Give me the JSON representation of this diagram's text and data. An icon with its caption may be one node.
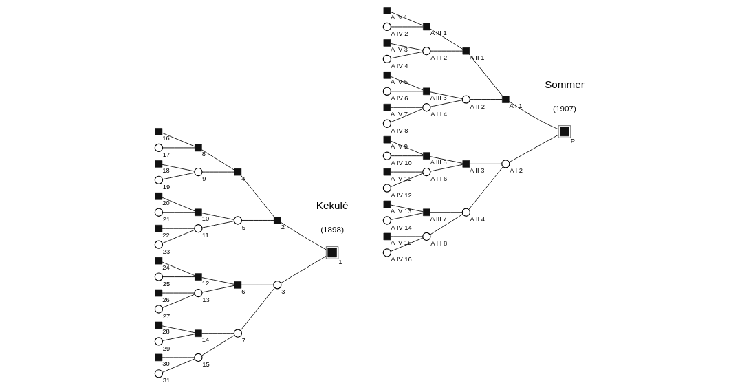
{
  "diagram": {
    "nodes": [
      {
        "text": [],
        "shape": "box",
        "beside": [
          "1"
        ]
      },
      {
        "text": [],
        "shape": "box",
        "beside": [
          "2"
        ]
      },
      {
        "text": [],
        "shape": "circle",
        "beside": [
          "3"
        ]
      },
      {
        "text": [],
        "shape": "box",
        "beside": [
          "4"
        ]
      },
      {
        "text": [],
        "shape": "circle",
        "beside": [
          "5"
        ]
      },
      {
        "text": [],
        "shape": "box",
        "beside": [
          "6"
        ]
      },
      {
        "text": [],
        "shape": "circle",
        "beside": [
          "7"
        ]
      },
      {
        "text": [],
        "shape": "box",
        "beside": [
          "8"
        ]
      },
      {
        "text": [],
        "shape": "circle",
        "beside": [
          "9"
        ]
      },
      {
        "text": [],
        "shape": "box",
        "beside": [
          "10"
        ]
      },
      {
        "text": [],
        "shape": "circle",
        "beside": [
          "11"
        ]
      },
      {
        "text": [],
        "shape": "box",
        "beside": [
          "12"
        ]
      },
      {
        "text": [],
        "shape": "circle",
        "beside": [
          "13"
        ]
      },
      {
        "text": [],
        "shape": "box",
        "beside": [
          "14"
        ]
      },
      {
        "text": [],
        "shape": "circle",
        "beside": [
          "15"
        ]
      },
      {
        "text": [],
        "shape": "box",
        "beside": [
          "16"
        ]
      },
      {
        "text": [],
        "shape": "circle",
        "beside": [
          "17"
        ]
      },
      {
        "text": [],
        "shape": "box",
        "beside": [
          "18"
        ]
      },
      {
        "text": [],
        "shape": "circle",
        "beside": [
          "19"
        ]
      },
      {
        "text": [],
        "shape": "box",
        "beside": [
          "20"
        ]
      },
      {
        "text": [],
        "shape": "circle",
        "beside": [
          "21"
        ]
      },
      {
        "text": [],
        "shape": "box",
        "beside": [
          "22"
        ]
      },
      {
        "text": [],
        "shape": "circle",
        "beside": [
          "23"
        ]
      },
      {
        "text": [],
        "shape": "box",
        "beside": [
          "24"
        ]
      },
      {
        "text": [],
        "shape": "circle",
        "beside": [
          "25"
        ]
      },
      {
        "text": [],
        "shape": "box",
        "beside": [
          "26"
        ]
      },
      {
        "text": [],
        "shape": "circle",
        "beside": [
          "27"
        ]
      },
      {
        "text": [],
        "shape": "box",
        "beside": [
          "28"
        ]
      },
      {
        "text": [],
        "shape": "circle",
        "beside": [
          "29"
        ]
      },
      {
        "text": [],
        "shape": "box",
        "beside": [
          "30"
        ]
      },
      {
        "text": [],
        "shape": "circle",
        "beside": [
          "31"
        ]
      },
      {
        "text": [],
        "shape": "box",
        "beside": [
          "P"
        ]
      },
      {
        "text": [],
        "shape": "box",
        "beside": [
          "A I 1"
        ]
      },
      {
        "text": [],
        "shape": "circle",
        "beside": [
          "A I 2"
        ]
      },
      {
        "text": [],
        "shape": "box",
        "beside": [
          "A II 1"
        ]
      },
      {
        "text": [],
        "shape": "circle",
        "beside": [
          "A II 2"
        ]
      },
      {
        "text": [],
        "shape": "box",
        "beside": [
          "A II 3"
        ]
      },
      {
        "text": [],
        "shape": "circle",
        "beside": [
          "A II 4"
        ]
      },
      {
        "text": [],
        "shape": "box",
        "beside": [
          "A III 1"
        ]
      },
      {
        "text": [],
        "shape": "circle",
        "beside": [
          "A III 2"
        ]
      },
      {
        "text": [],
        "shape": "box",
        "beside": [
          "A III 3"
        ]
      },
      {
        "text": [],
        "shape": "circle",
        "beside": [
          "A III 4"
        ]
      },
      {
        "text": [],
        "shape": "box",
        "beside": [
          "A III 5"
        ]
      },
      {
        "text": [],
        "shape": "circle",
        "beside": [
          "A III 6"
        ]
      },
      {
        "text": [],
        "shape": "box",
        "beside": [
          "A III 7"
        ]
      },
      {
        "text": [],
        "shape": "circle",
        "beside": [
          "A III 8"
        ]
      },
      {
        "text": [],
        "shape": "box",
        "beside": [
          "A IV 1"
        ]
      },
      {
        "text": [],
        "shape": "circle",
        "beside": [
          "A IV 2"
        ]
      },
      {
        "text": [],
        "shape": "box",
        "beside": [
          "A IV 3"
        ]
      },
      {
        "text": [],
        "shape": "circle",
        "beside": [
          "A IV 4"
        ]
      },
      {
        "text": [],
        "shape": "box",
        "beside": [
          "A IV 5"
        ]
      },
      {
        "text": [],
        "shape": "circle",
        "beside": [
          "A IV 6"
        ]
      },
      {
        "text": [],
        "shape": "box",
        "beside": [
          "A IV 7"
        ]
      },
      {
        "text": [],
        "shape": "circle",
        "beside": [
          "A IV 8"
        ]
      },
      {
        "text": [],
        "shape": "box",
        "beside": [
          "A IV 9"
        ]
      },
      {
        "text": [],
        "shape": "circle",
        "beside": [
          "A IV 10"
        ]
      },
      {
        "text": [],
        "shape": "box",
        "beside": [
          "A IV 11"
        ]
      },
      {
        "text": [],
        "shape": "circle",
        "beside": [
          "A IV 12"
        ]
      },
      {
        "text": [],
        "shape": "box",
        "beside": [
          "A IV 13"
        ]
      },
      {
        "text": [],
        "shape": "circle",
        "beside": [
          "A IV 14"
        ]
      },
      {
        "text": [],
        "shape": "box",
        "beside": [
          "A IV 15"
        ]
      },
      {
        "text": [],
        "shape": "circle",
        "beside": [
          "A IV 16"
        ]
      }
    ],
    "edges": [
      {
        "from": 0,
        "to": 2,
        "arrow": "none"
      },
      {
        "from": 0,
        "to": 1,
        "arrow": "none"
      },
      {
        "from": 2,
        "to": 6,
        "arrow": "none"
      },
      {
        "from": 2,
        "to": 5,
        "arrow": "none"
      },
      {
        "from": 1,
        "to": 4,
        "arrow": "none"
      },
      {
        "from": 1,
        "to": 3,
        "arrow": "none"
      },
      {
        "from": 6,
        "to": 14,
        "arrow": "none"
      },
      {
        "from": 6,
        "to": 13,
        "arrow": "none"
      },
      {
        "from": 5,
        "to": 12,
        "arrow": "none"
      },
      {
        "from": 5,
        "to": 11,
        "arrow": "none"
      },
      {
        "from": 4,
        "to": 10,
        "arrow": "none"
      },
      {
        "from": 4,
        "to": 9,
        "arrow": "none"
      },
      {
        "from": 3,
        "to": 8,
        "arrow": "none"
      },
      {
        "from": 3,
        "to": 7,
        "arrow": "none"
      },
      {
        "from": 14,
        "to": 30,
        "arrow": "none"
      },
      {
        "from": 14,
        "to": 29,
        "arrow": "none"
      },
      {
        "from": 13,
        "to": 28,
        "arrow": "none"
      },
      {
        "from": 13,
        "to": 27,
        "arrow": "none"
      },
      {
        "from": 12,
        "to": 26,
        "arrow": "none"
      },
      {
        "from": 12,
        "to": 25,
        "arrow": "none"
      },
      {
        "from": 11,
        "to": 24,
        "arrow": "none"
      },
      {
        "from": 11,
        "to": 23,
        "arrow": "none"
      },
      {
        "from": 10,
        "to": 22,
        "arrow": "none"
      },
      {
        "from": 10,
        "to": 21,
        "arrow": "none"
      },
      {
        "from": 9,
        "to": 20,
        "arrow": "none"
      },
      {
        "from": 9,
        "to": 19,
        "arrow": "none"
      },
      {
        "from": 8,
        "to": 18,
        "arrow": "none"
      },
      {
        "from": 8,
        "to": 17,
        "arrow": "none"
      },
      {
        "from": 7,
        "to": 16,
        "arrow": "none"
      },
      {
        "from": 7,
        "to": 15,
        "arrow": "none"
      },
      {
        "from": 31,
        "to": 33,
        "arrow": "none"
      },
      {
        "from": 31,
        "to": 32,
        "arrow": "none"
      },
      {
        "from": 33,
        "to": 37,
        "arrow": "none"
      },
      {
        "from": 33,
        "to": 36,
        "arrow": "none"
      },
      {
        "from": 32,
        "to": 35,
        "arrow": "none"
      },
      {
        "from": 32,
        "to": 34,
        "arrow": "none"
      },
      {
        "from": 37,
        "to": 45,
        "arrow": "none"
      },
      {
        "from": 37,
        "to": 44,
        "arrow": "none"
      },
      {
        "from": 36,
        "to": 43,
        "arrow": "none"
      },
      {
        "from": 36,
        "to": 42,
        "arrow": "none"
      },
      {
        "from": 35,
        "to": 41,
        "arrow": "none"
      },
      {
        "from": 35,
        "to": 40,
        "arrow": "none"
      },
      {
        "from": 34,
        "to": 39,
        "arrow": "none"
      },
      {
        "from": 34,
        "to": 38,
        "arrow": "none"
      },
      {
        "from": 45,
        "to": 61,
        "arrow": "none"
      },
      {
        "from": 45,
        "to": 60,
        "arrow": "none"
      },
      {
        "from": 44,
        "to": 59,
        "arrow": "none"
      },
      {
        "from": 44,
        "to": 58,
        "arrow": "none"
      },
      {
        "from": 43,
        "to": 57,
        "arrow": "none"
      },
      {
        "from": 43,
        "to": 56,
        "arrow": "none"
      },
      {
        "from": 42,
        "to": 55,
        "arrow": "none"
      },
      {
        "from": 42,
        "to": 54,
        "arrow": "none"
      },
      {
        "from": 41,
        "to": 53,
        "arrow": "none"
      },
      {
        "from": 41,
        "to": 52,
        "arrow": "none"
      },
      {
        "from": 40,
        "to": 51,
        "arrow": "none"
      },
      {
        "from": 40,
        "to": 50,
        "arrow": "none"
      },
      {
        "from": 39,
        "to": 49,
        "arrow": "none"
      },
      {
        "from": 39,
        "to": 48,
        "arrow": "none"
      },
      {
        "from": 38,
        "to": 47,
        "arrow": "none"
      },
      {
        "from": 38,
        "to": 46,
        "arrow": "none"
      }
    ],
    "labels": [
      "Kekulé",
      "(1898)",
      "Sommer",
      "(1907)"
    ]
  }
}
